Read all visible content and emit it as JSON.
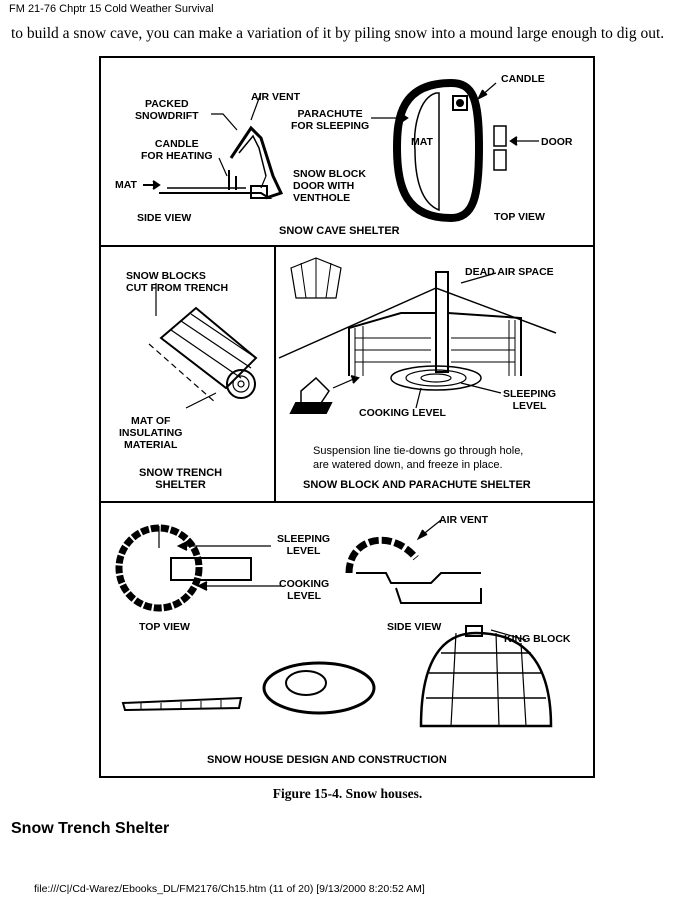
{
  "header": "FM 21-76 Chptr 15 Cold Weather Survival",
  "intro": "to build a snow cave, you can make a variation of it by piling snow into a mound large enough to dig out.",
  "figure": {
    "caption": "Figure 15-4. Snow houses.",
    "cave": {
      "packed_snowdrift": "PACKED\nSNOWDRIFT",
      "air_vent": "AIR VENT",
      "candle_heating": "CANDLE\nFOR HEATING",
      "mat": "MAT",
      "snow_block_door": "SNOW BLOCK\nDOOR WITH\nVENTHOLE",
      "side_view": "SIDE VIEW",
      "title": "SNOW CAVE SHELTER",
      "parachute": "PARACHUTE\nFOR SLEEPING",
      "candle": "CANDLE",
      "mat_top": "MAT",
      "door": "DOOR",
      "top_view": "TOP VIEW"
    },
    "trench": {
      "snow_blocks": "SNOW BLOCKS\nCUT FROM TRENCH",
      "mat": "MAT OF\nINSULATING\nMATERIAL",
      "title": "SNOW TRENCH\nSHELTER"
    },
    "parachute_shelter": {
      "dead_air": "DEAD AIR SPACE",
      "sleeping": "SLEEPING\nLEVEL",
      "cooking": "COOKING LEVEL",
      "note": "Suspension line tie-downs go through hole,\nare watered down, and freeze in place.",
      "title": "SNOW BLOCK AND PARACHUTE SHELTER"
    },
    "house": {
      "air_vent": "AIR VENT",
      "sleeping": "SLEEPING\nLEVEL",
      "cooking": "COOKING\nLEVEL",
      "top_view": "TOP VIEW",
      "side_view": "SIDE VIEW",
      "king_block": "KING BLOCK",
      "title": "SNOW HOUSE DESIGN AND CONSTRUCTION"
    }
  },
  "section_heading": "Snow Trench Shelter",
  "footer": "file:///C|/Cd-Warez/Ebooks_DL/FM2176/Ch15.htm (11 of 20) [9/13/2000 8:20:52 AM]"
}
